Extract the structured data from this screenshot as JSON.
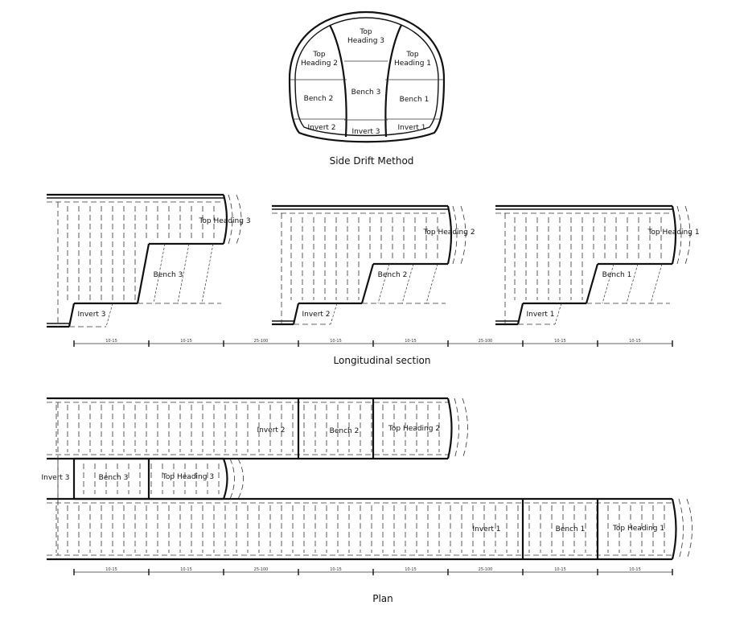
{
  "captions": {
    "cross_section": "Side Drift Method",
    "longitudinal": "Longitudinal section",
    "plan": "Plan"
  },
  "cross_section": {
    "top_heading_3": "Top\nHeading 3",
    "top_heading_2": "Top\nHeading 2",
    "top_heading_1": "Top\nHeading 1",
    "bench_2": "Bench 2",
    "bench_3": "Bench 3",
    "bench_1": "Bench 1",
    "invert_2": "Invert 2",
    "invert_3": "Invert 3",
    "invert_1": "Invert 1"
  },
  "longitudinal": {
    "drifts": [
      {
        "top_heading": "Top Heading 3",
        "bench": "Bench 3",
        "invert": "Invert 3"
      },
      {
        "top_heading": "Top Heading 2",
        "bench": "Bench 2",
        "invert": "Invert 2"
      },
      {
        "top_heading": "Top Heading 1",
        "bench": "Bench 1",
        "invert": "Invert 1"
      }
    ],
    "dimensions": [
      "10-15",
      "10-15",
      "25-100",
      "10-15",
      "10-15",
      "25-100",
      "10-15",
      "10-15"
    ]
  },
  "plan": {
    "upper": {
      "invert": "Invert 2",
      "bench": "Bench 2",
      "top_heading": "Top Heading 2"
    },
    "middle": {
      "invert": "Invert 3",
      "bench": "Bench 3",
      "top_heading": "Top Heading 3"
    },
    "lower": {
      "invert": "Invert 1",
      "bench": "Bench 1",
      "top_heading": "Top Heading 1"
    },
    "dimensions": [
      "10-15",
      "10-15",
      "25-100",
      "10-15",
      "10-15",
      "25-100",
      "10-15",
      "10-15"
    ]
  }
}
